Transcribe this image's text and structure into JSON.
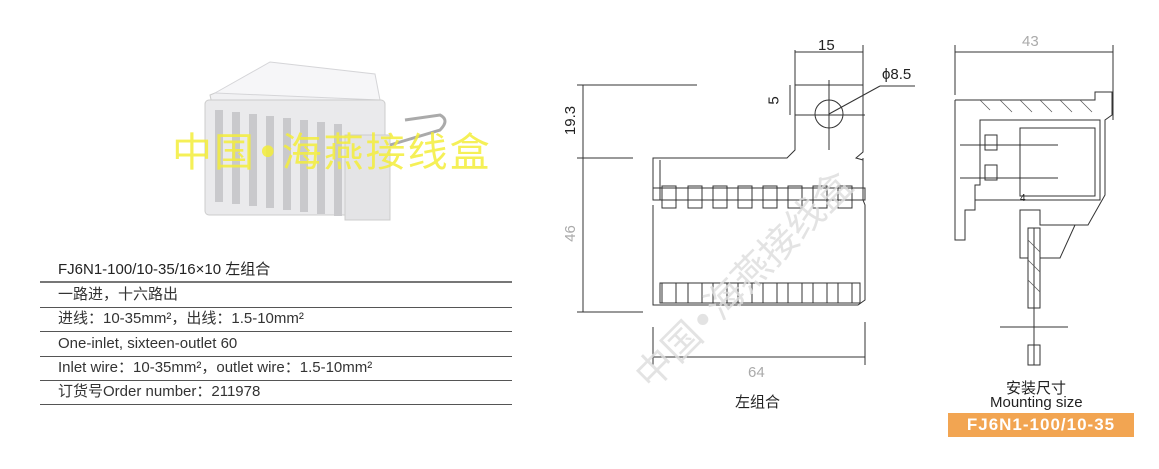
{
  "product": {
    "title": "FJ6N1-100/10-35/16×10 左组合",
    "rows": [
      "一路进，十六路出",
      "进线：10-35mm²，出线：1.5-10mm²",
      "One-inlet, sixteen-outlet 60",
      "Inlet wire：10-35mm²，outlet wire：1.5-10mm²",
      "订货号Order number：211978"
    ]
  },
  "watermark": "中国•海燕接线盒",
  "front_drawing": {
    "dim_width": "64",
    "dim_height": "46",
    "dim_tab_height": "19.3",
    "dim_tab_width": "15",
    "dim_hole_offset": "5",
    "dim_hole_diameter": "ϕ8.5",
    "caption": "左组合"
  },
  "side_drawing": {
    "dim_depth": "43",
    "label_part": "4",
    "caption_cn": "安装尺寸",
    "caption_en": "Mounting size",
    "model_badge": "FJ6N1-100/10-35"
  },
  "colors": {
    "badge": "#f2a552",
    "watermark": "#f4ee3a"
  }
}
